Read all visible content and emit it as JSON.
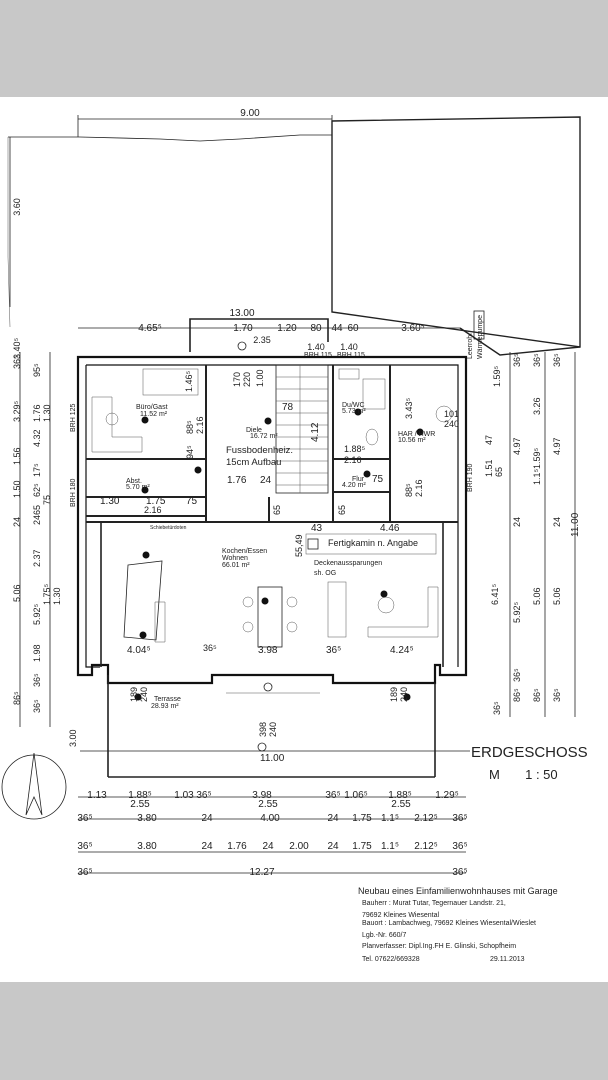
{
  "title": "ERDGESCHOSS",
  "scale": "M       1 : 50",
  "project": {
    "title": "Neubau eines Einfamilienwohnhauses mit Garage",
    "owner": "Bauherr : Murat Tutar, Tegernauer Landstr. 21,",
    "owner_city": "79692 Kleines Wiesental",
    "site": "Bauort : Lambachweg, 79692 Kleines Wiesental/Wieslet",
    "parcel": "Lgb.-Nr. 660/7",
    "author": "Planverfasser: Dipl.Ing.FH E. Glinski, Schopfheim",
    "phone": "Tel. 07622/669328",
    "date": "29.11.2013"
  },
  "rooms": {
    "buero": "Büro/Gast",
    "buero_area": "11.52 m²",
    "diele": "Diele",
    "diele_area": "16.72 m²",
    "heating": "Fussbodenheiz.",
    "heating_depth": "15cm Aufbau",
    "duwc": "Du/WC",
    "duwc_area": "5.73 m²",
    "hwr": "HAR / HWR",
    "hwr_area": "10.56 m²",
    "abst": "Abst.",
    "abst_area": "5.70 m²",
    "flur": "Flur",
    "flur_area": "4.20 m²",
    "wohnen1": "Kochen/Essen",
    "wohnen2": "Wohnen",
    "wohnen_area": "66.01 m²",
    "kamin": "Fertigkamin n. Angabe",
    "decke1": "Deckenaussparungen",
    "decke2": "sh. OG",
    "terrasse": "Terrasse",
    "terrasse_area": "28.93 m²",
    "schiebe": "Schiebetürdoten",
    "waermepumpe": "Wärmepumpe",
    "leerrohr": "Leerrohr",
    "brh_top1": "BRH 115",
    "brh_top2": "BRH 115",
    "brh_left1": "BRH 125",
    "brh_left2": "BRH 180",
    "brh_right": "BRH 190"
  },
  "dims_top": {
    "d900": "9.00",
    "d360": "3.60",
    "d1300": "13.00",
    "d465": "4.65⁵",
    "d170": "1.70",
    "d120": "1.20",
    "d80": "80",
    "d44": "44",
    "d60": "60",
    "d360b": "3.60⁵",
    "d235": "2.35",
    "d140a": "1.40",
    "d140b": "1.40",
    "d340": "3.40⁵"
  },
  "dims_inner": {
    "d146": "1.46⁵",
    "d88a": "88⁵",
    "d216a": "2.16",
    "d94": "94⁵",
    "d170v": "170",
    "d220": "220",
    "d100": "1.00",
    "d78": "78",
    "d412": "4.12",
    "d176": "1.76",
    "d24a": "24",
    "d343": "3.43⁵",
    "d101": "101",
    "d240a": "240",
    "d188": "1.88⁵",
    "d216b": "2.16",
    "d75": "75",
    "d885": "88⁵",
    "d216c": "2.16",
    "d65a": "65",
    "d65b": "65",
    "d130": "1.30",
    "d175": "1.75",
    "d75b": "75",
    "d216d": "2.16",
    "d43": "43",
    "d446": "4.46",
    "d5549": "55,49",
    "d404": "4.04⁵",
    "d398": "3.98",
    "d365": "36⁵",
    "d424": "4.24⁵",
    "d365b": "36⁵",
    "d189a": "189",
    "d240b": "240",
    "d189b": "189",
    "d240c": "240",
    "d398b": "398",
    "d240d": "240",
    "d300": "3.00",
    "d1100": "11.00"
  },
  "dims_left": {
    "l365a": "36⁵",
    "l95": "95⁵",
    "l329": "3.29⁵",
    "l176": "1.76",
    "l130": "1.30",
    "l432": "4.32",
    "l156": "1.56",
    "l150": "1.50",
    "l175": "17⁵",
    "l625": "62⁵",
    "l75": "75",
    "l24": "24",
    "l2465": "2465",
    "l237": "2.37",
    "l506": "5.06",
    "l592": "5.92⁵",
    "l1755": "1.75⁵",
    "l130b": "1.30",
    "l198": "1.98",
    "l86": "86⁵",
    "l365b": "36⁵",
    "l365c": "36⁵"
  },
  "dims_right": {
    "r365a": "36⁵",
    "r365b": "36⁵",
    "r365c": "36⁵",
    "r159": "1.59⁵",
    "r326": "3.26",
    "r47": "47",
    "r151": "1.51",
    "r65": "65",
    "r497a": "4.97",
    "r497b": "4.97",
    "r1595": "1.59⁵",
    "r115": "1.1⁵",
    "r24a": "24",
    "r24b": "24",
    "r1100": "11.00",
    "r641": "6.41⁵",
    "r592": "5.92⁵",
    "r506a": "5.06",
    "r506b": "5.06",
    "r865a": "86⁵",
    "r365d": "36⁵",
    "r865b": "86⁵",
    "r365e": "36⁵",
    "r365f": "36⁵"
  },
  "bottom_rows": {
    "row1": [
      "1.13",
      "1.88⁵",
      "1.03",
      "36⁵",
      "3.98",
      "36⁵",
      "1.06⁵",
      "1.88⁵",
      "1.29⁵"
    ],
    "row1b": [
      "2.55",
      "2.55",
      "2.55"
    ],
    "row2": [
      "36⁵",
      "3.80",
      "24",
      "4.00",
      "24",
      "1.75",
      "1.1⁵",
      "2.12⁵",
      "36⁵"
    ],
    "row3": [
      "36⁵",
      "3.80",
      "24",
      "1.76",
      "24",
      "2.00",
      "24",
      "1.75",
      "1.1⁵",
      "2.12⁵",
      "36⁵"
    ],
    "row4": [
      "36⁵",
      "12.27",
      "36⁵"
    ]
  }
}
